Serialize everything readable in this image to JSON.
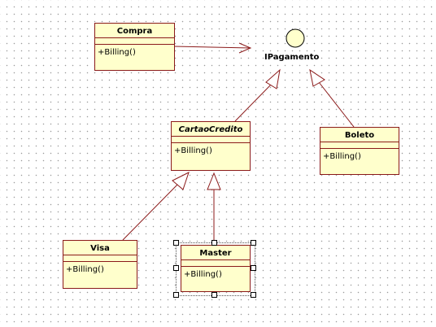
{
  "diagram": {
    "interface": {
      "name": "IPagamento"
    },
    "classes": {
      "compra": {
        "name": "Compra",
        "operation": "+Billing()"
      },
      "cartao": {
        "name": "CartaoCredito",
        "operation": "+Billing()"
      },
      "boleto": {
        "name": "Boleto",
        "operation": "+Billing()"
      },
      "visa": {
        "name": "Visa",
        "operation": "+Billing()"
      },
      "master": {
        "name": "Master",
        "operation": "+Billing()"
      }
    },
    "colors": {
      "class_fill": "#ffffcc",
      "line": "#8b1a1a",
      "interface_fill": "#ffffcc"
    }
  }
}
